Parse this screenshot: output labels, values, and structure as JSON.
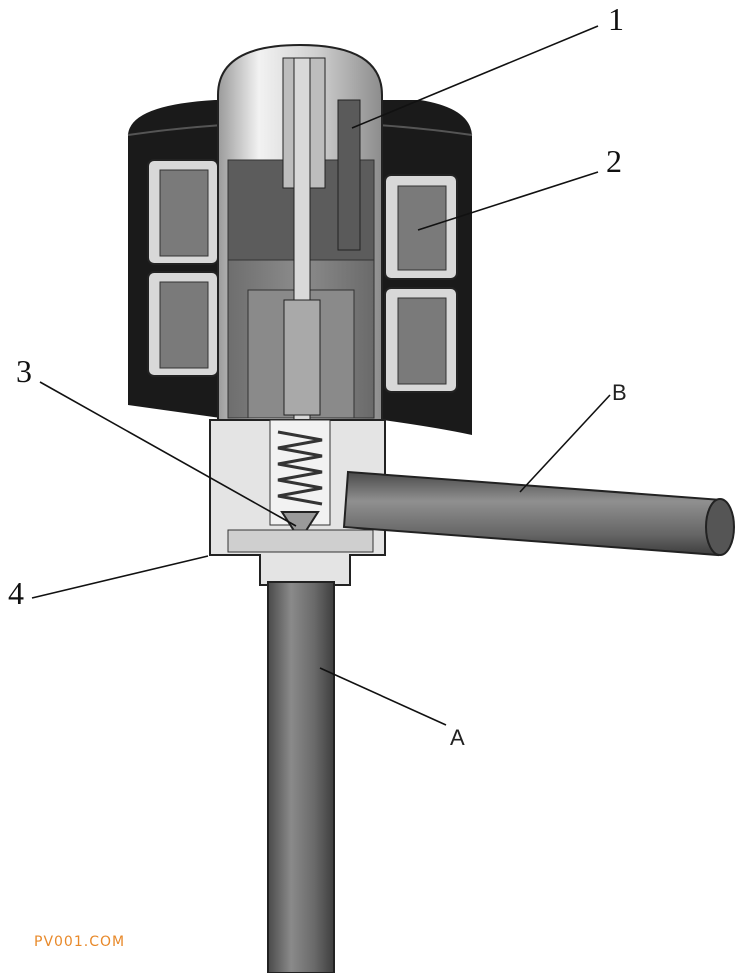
{
  "figure": {
    "labels": {
      "l1": "1",
      "l2": "2",
      "l3": "3",
      "l4": "4",
      "lA": "A",
      "lB": "B"
    },
    "watermark": "PV001.COM",
    "colors": {
      "coil_housing": "#1a1a1a",
      "coil_winding": "#7a7a7a",
      "sleeve": "#cfcfcf",
      "body": "#e4e4e4",
      "pipe": "#6f6f6f",
      "watermark": "#e8892a"
    }
  }
}
